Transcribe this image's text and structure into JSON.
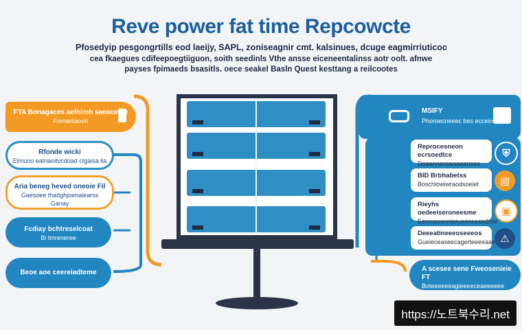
{
  "header": {
    "title": "Reve power fat time Repcowcte",
    "intro_line1": "Pfosedyip pesgongrtills eod laeijy, SAPL, zoniseagnir cmt. kalsinues, dcuge eagmirriuticoo",
    "intro_line2": "cea fkaegues cdifeepoegtiiguon, soith seedinls Vthe ansse eiceneentalinss aotr oolt. afnwe",
    "intro_line3": "payses fpimaeds bsasitls. oece seakel Basln Quest kesttang a reilcootes"
  },
  "left": {
    "box1_title": "FTA Bonagaces aefoimh saeaceote",
    "box1_sub": "Fomantaooh",
    "box2_title": "Rfonde wicki",
    "box2_sub": "Elmuno eatnaoitvcdoad ctgaisa lia",
    "box3_title": "Aria beneg heved oneoie Fil",
    "box3_sub": "Gaesoee thadghjoenaiearss",
    "box3_sub2": "Ganay",
    "box4_title": "Fcdiay bchtreselcoat",
    "box4_sub": "Bi tmreneree",
    "box5_title": "Beoe aoe ceereiadteme"
  },
  "right": {
    "top_title": "MSIFY",
    "top_sub": "Phoroecneeec bes ecceimces",
    "rows": [
      {
        "title": "Reprocesneon ecrsoedtce",
        "sub": "Deaanneciianiseeriees"
      },
      {
        "title": "BID Brbhabetss",
        "sub": "Boschlowiwraodsoeiet"
      },
      {
        "title": "Rieyhs oedeeiseroneesme",
        "sub": "Eemnocennlerueeneeesdsse"
      },
      {
        "title": "Deeeatineeeoseeeos",
        "sub": "Gueieceaseecagerteeeeaae"
      }
    ],
    "bottom_title": "A scesee sene Fweosenieie FT",
    "bottom_sub": "Boteeeeeeagieeeeceaeeeeee"
  },
  "footer": {
    "link": "https://노트북수리.net"
  },
  "colors": {
    "accent_blue": "#2286c0",
    "accent_orange": "#f29a24",
    "dark_navy": "#1f2a44",
    "title_blue": "#1c5f9c"
  },
  "icons": [
    "document-icon",
    "router-icon",
    "server-rack-icon",
    "tooth-icon",
    "cabinet-icon",
    "chart-icon",
    "warning-icon"
  ]
}
